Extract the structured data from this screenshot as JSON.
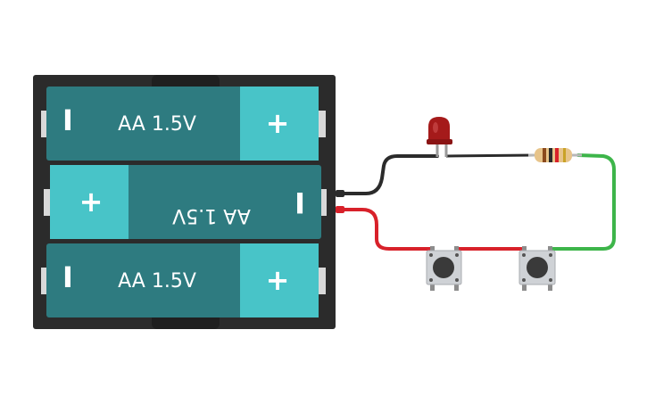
{
  "battery_pack": {
    "cells": [
      {
        "label": "AA 1.5V",
        "minus": "I",
        "plus": "+"
      },
      {
        "label": "AA 1.5V",
        "minus": "I",
        "plus": "+"
      },
      {
        "label": "AA 1.5V",
        "minus": "I",
        "plus": "+"
      }
    ]
  },
  "colors": {
    "pack_frame": "#2b2b2b",
    "cell_body": "#2e7b80",
    "cell_cap": "#48c4c8",
    "wire_black": "#2b2b2b",
    "wire_red": "#d8212a",
    "wire_green": "#3db54a",
    "led_red": "#a51a1a",
    "button_body": "#cfd2d6"
  }
}
